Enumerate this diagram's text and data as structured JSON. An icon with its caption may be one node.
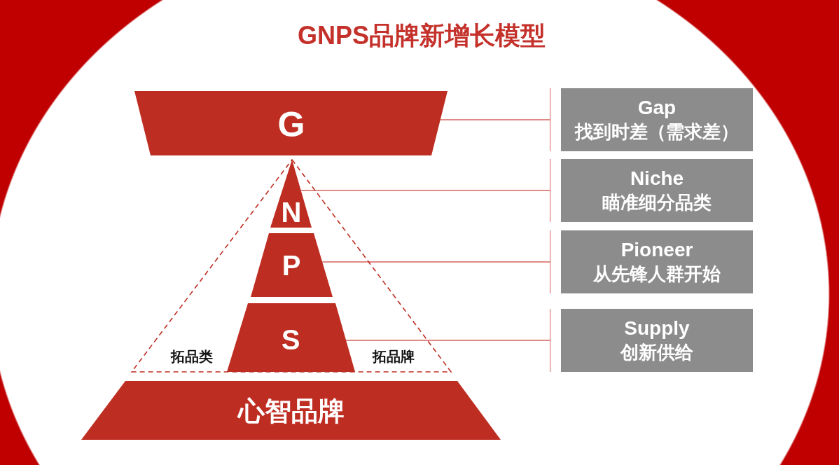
{
  "diagram": {
    "title": "GNPS品牌新增长模型",
    "nodes": [
      {
        "text": [
          "G"
        ]
      },
      {
        "text": [
          "拓品类",
          "拓品牌"
        ]
      },
      {
        "text": [
          "N"
        ],
        "in": 1
      },
      {
        "text": [
          "P"
        ],
        "in": 1
      },
      {
        "text": [
          "S"
        ],
        "in": 1
      },
      {
        "text": [
          "心智品牌"
        ]
      },
      {
        "text": [
          "Gap",
          "找到时差（需求差）"
        ]
      },
      {
        "text": [
          "Niche",
          "瞄准细分品类"
        ]
      },
      {
        "text": [
          "Pioneer",
          "从先锋人群开始"
        ]
      },
      {
        "text": [
          "Supply",
          "创新供给"
        ]
      }
    ],
    "edges": [
      {
        "from": 0,
        "to": 6,
        "arrow": "none"
      },
      {
        "from": 2,
        "to": 7,
        "arrow": "none"
      },
      {
        "from": 3,
        "to": 8,
        "arrow": "none"
      },
      {
        "from": 4,
        "to": 9,
        "arrow": "none"
      }
    ]
  }
}
